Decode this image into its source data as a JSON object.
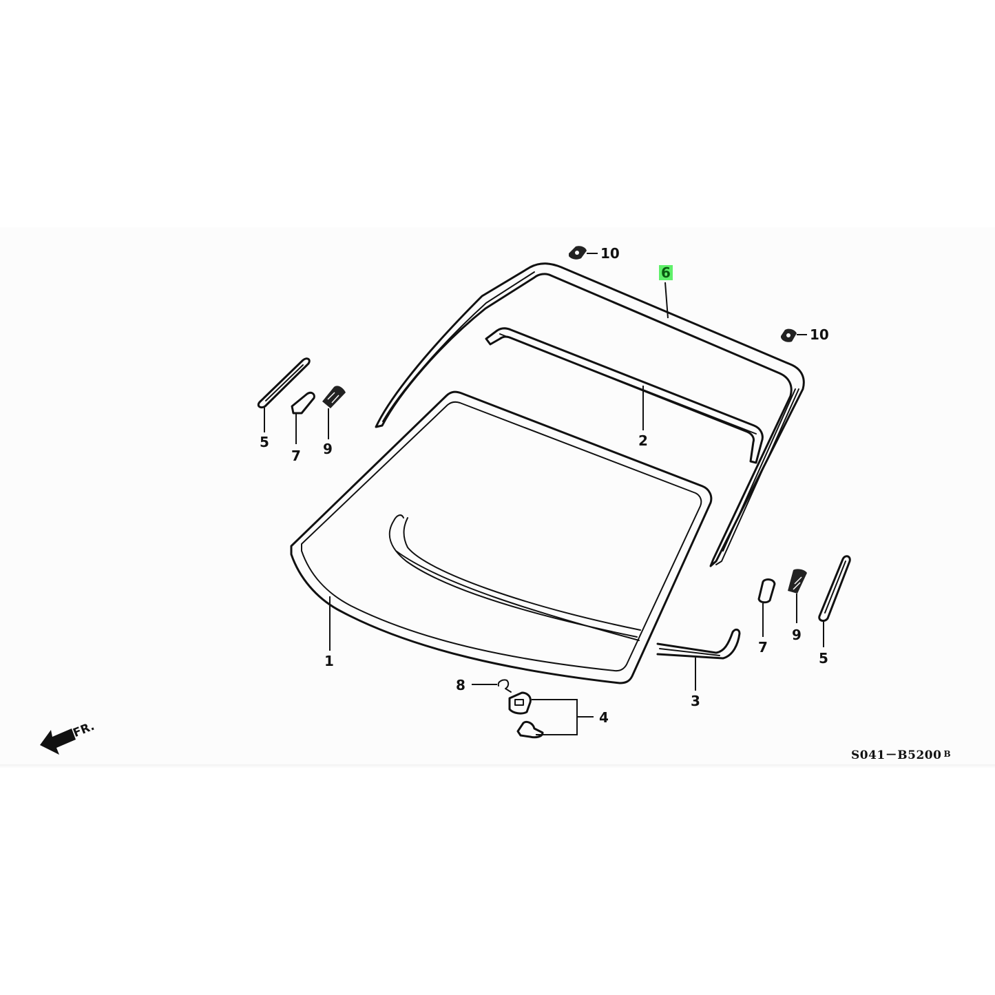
{
  "diagram": {
    "type": "exploded-parts-diagram",
    "subject": "windshield glass and moldings",
    "diagram_code": "S041－B5200",
    "diagram_revision": "B",
    "direction_indicator": {
      "label": "FR.",
      "icon": "arrow-left-down-icon"
    },
    "highlight_color": "#5ff06a",
    "callouts": [
      {
        "id": "c1",
        "number": "1",
        "part": "windshield glass"
      },
      {
        "id": "c2",
        "number": "2",
        "part": "upper inner molding"
      },
      {
        "id": "c3",
        "number": "3",
        "part": "lower molding / dam"
      },
      {
        "id": "c4",
        "number": "4",
        "part": "glass positioner set"
      },
      {
        "id": "c5a",
        "number": "5",
        "part": "side spacer (left)"
      },
      {
        "id": "c5b",
        "number": "5",
        "part": "side spacer (right)"
      },
      {
        "id": "c6",
        "number": "6",
        "part": "windshield molding",
        "highlighted": true
      },
      {
        "id": "c7a",
        "number": "7",
        "part": "fastener (left)"
      },
      {
        "id": "c7b",
        "number": "7",
        "part": "fastener (right)"
      },
      {
        "id": "c8",
        "number": "8",
        "part": "clip"
      },
      {
        "id": "c9a",
        "number": "9",
        "part": "fastener (left)"
      },
      {
        "id": "c9b",
        "number": "9",
        "part": "fastener (right)"
      },
      {
        "id": "c10a",
        "number": "10",
        "part": "fastener (top left)"
      },
      {
        "id": "c10b",
        "number": "10",
        "part": "fastener (top right)"
      }
    ]
  }
}
